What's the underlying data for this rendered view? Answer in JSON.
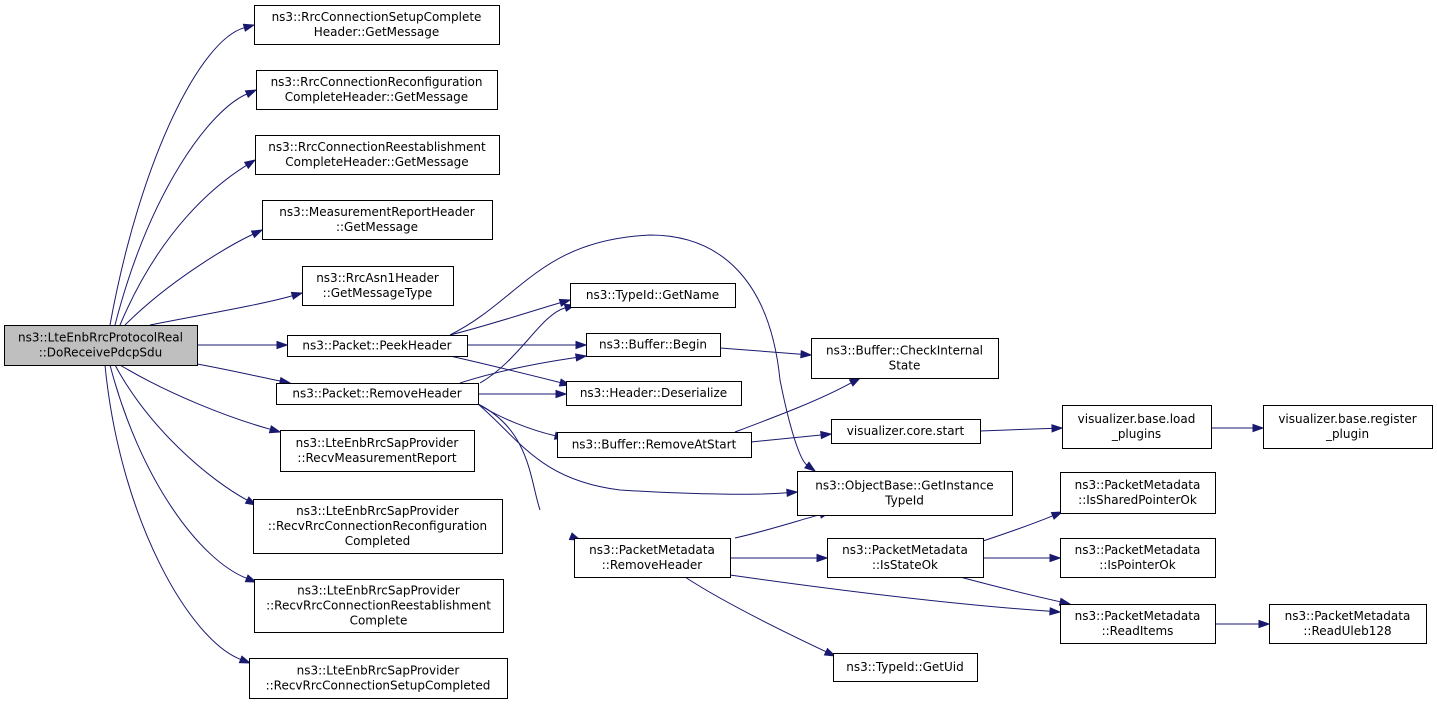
{
  "diagram": {
    "type": "call-graph",
    "edge_color": "#191970",
    "root_fill": "#bfbfbf",
    "nodes": {
      "root": [
        "ns3::LteEnbRrcProtocolReal",
        "::DoReceivePdcpSdu"
      ],
      "rrc_setup_complete": [
        "ns3::RrcConnectionSetupComplete",
        "Header::GetMessage"
      ],
      "rrc_reconfig_complete": [
        "ns3::RrcConnectionReconfiguration",
        "CompleteHeader::GetMessage"
      ],
      "rrc_reest_complete": [
        "ns3::RrcConnectionReestablishment",
        "CompleteHeader::GetMessage"
      ],
      "meas_report": [
        "ns3::MeasurementReportHeader",
        "::GetMessage"
      ],
      "asn1_msgtype": [
        "ns3::RrcAsn1Header",
        "::GetMessageType"
      ],
      "peek_header": [
        "ns3::Packet::PeekHeader"
      ],
      "remove_header": [
        "ns3::Packet::RemoveHeader"
      ],
      "sap_meas_report": [
        "ns3::LteEnbRrcSapProvider",
        "::RecvMeasurementReport"
      ],
      "sap_reconfig": [
        "ns3::LteEnbRrcSapProvider",
        "::RecvRrcConnectionReconfiguration",
        "Completed"
      ],
      "sap_reest": [
        "ns3::LteEnbRrcSapProvider",
        "::RecvRrcConnectionReestablishment",
        "Complete"
      ],
      "sap_setup": [
        "ns3::LteEnbRrcSapProvider",
        "::RecvRrcConnectionSetupCompleted"
      ],
      "typeid_getname": [
        "ns3::TypeId::GetName"
      ],
      "buffer_begin": [
        "ns3::Buffer::Begin"
      ],
      "header_deserialize": [
        "ns3::Header::Deserialize"
      ],
      "buffer_remove_at_start": [
        "ns3::Buffer::RemoveAtStart"
      ],
      "pm_remove_header": [
        "ns3::PacketMetadata",
        "::RemoveHeader"
      ],
      "buffer_check_internal": [
        "ns3::Buffer::CheckInternal",
        "State"
      ],
      "viz_core_start": [
        "visualizer.core.start"
      ],
      "objectbase_get_instance": [
        "ns3::ObjectBase::GetInstance",
        "TypeId"
      ],
      "pm_is_state_ok": [
        "ns3::PacketMetadata",
        "::IsStateOk"
      ],
      "typeid_getuid": [
        "ns3::TypeId::GetUid"
      ],
      "viz_load_plugins": [
        "visualizer.base.load",
        "_plugins"
      ],
      "viz_register_plugin": [
        "visualizer.base.register",
        "_plugin"
      ],
      "pm_is_shared_ptr_ok": [
        "ns3::PacketMetadata",
        "::IsSharedPointerOk"
      ],
      "pm_is_pointer_ok": [
        "ns3::PacketMetadata",
        "::IsPointerOk"
      ],
      "pm_read_items": [
        "ns3::PacketMetadata",
        "::ReadItems"
      ],
      "pm_read_uleb128": [
        "ns3::PacketMetadata",
        "::ReadUleb128"
      ]
    },
    "edges": [
      [
        "root",
        "rrc_setup_complete"
      ],
      [
        "root",
        "rrc_reconfig_complete"
      ],
      [
        "root",
        "rrc_reest_complete"
      ],
      [
        "root",
        "meas_report"
      ],
      [
        "root",
        "asn1_msgtype"
      ],
      [
        "root",
        "peek_header"
      ],
      [
        "root",
        "remove_header"
      ],
      [
        "root",
        "sap_meas_report"
      ],
      [
        "root",
        "sap_reconfig"
      ],
      [
        "root",
        "sap_reest"
      ],
      [
        "root",
        "sap_setup"
      ],
      [
        "peek_header",
        "typeid_getname"
      ],
      [
        "peek_header",
        "buffer_begin"
      ],
      [
        "peek_header",
        "header_deserialize"
      ],
      [
        "peek_header",
        "objectbase_get_instance"
      ],
      [
        "remove_header",
        "typeid_getname"
      ],
      [
        "remove_header",
        "buffer_begin"
      ],
      [
        "remove_header",
        "header_deserialize"
      ],
      [
        "remove_header",
        "buffer_remove_at_start"
      ],
      [
        "remove_header",
        "objectbase_get_instance"
      ],
      [
        "remove_header",
        "pm_remove_header"
      ],
      [
        "buffer_begin",
        "buffer_check_internal"
      ],
      [
        "buffer_remove_at_start",
        "buffer_check_internal"
      ],
      [
        "buffer_remove_at_start",
        "viz_core_start"
      ],
      [
        "viz_core_start",
        "viz_load_plugins"
      ],
      [
        "viz_load_plugins",
        "viz_register_plugin"
      ],
      [
        "pm_remove_header",
        "objectbase_get_instance"
      ],
      [
        "pm_remove_header",
        "pm_is_state_ok"
      ],
      [
        "pm_remove_header",
        "pm_read_items"
      ],
      [
        "pm_remove_header",
        "typeid_getuid"
      ],
      [
        "pm_is_state_ok",
        "pm_is_shared_ptr_ok"
      ],
      [
        "pm_is_state_ok",
        "pm_is_pointer_ok"
      ],
      [
        "pm_is_state_ok",
        "pm_read_items"
      ],
      [
        "pm_read_items",
        "pm_read_uleb128"
      ]
    ]
  }
}
